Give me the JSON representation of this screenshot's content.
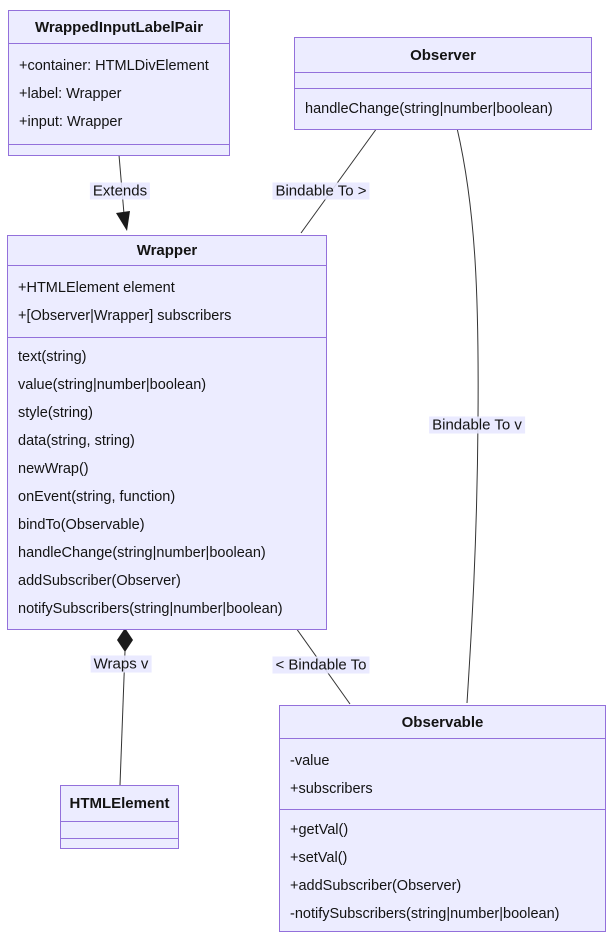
{
  "diagram": {
    "classes": [
      {
        "title": "WrappedInputLabelPair",
        "attributes": [
          "+container: HTMLDivElement",
          "+label: Wrapper",
          "+input: Wrapper"
        ],
        "methods": []
      },
      {
        "title": "Observer",
        "attributes": [],
        "methods": [
          "handleChange(string|number|boolean)"
        ]
      },
      {
        "title": "Wrapper",
        "attributes": [
          "+HTMLElement element",
          "+[Observer|Wrapper] subscribers"
        ],
        "methods": [
          "text(string)",
          "value(string|number|boolean)",
          "style(string)",
          "data(string, string)",
          "newWrap()",
          "onEvent(string, function)",
          "bindTo(Observable)",
          "handleChange(string|number|boolean)",
          "addSubscriber(Observer)",
          "notifySubscribers(string|number|boolean)"
        ]
      },
      {
        "title": "HTMLElement",
        "attributes": [],
        "methods": []
      },
      {
        "title": "Observable",
        "attributes": [
          "-value",
          "+subscribers"
        ],
        "methods": [
          "+getVal()",
          "+setVal()",
          "+addSubscriber(Observer)",
          "-notifySubscribers(string|number|boolean)"
        ]
      }
    ],
    "edges": [
      {
        "from": "WrappedInputLabelPair",
        "to": "Wrapper",
        "label": "Extends",
        "type": "arrow"
      },
      {
        "from": "Observer",
        "to": "Wrapper",
        "label": "Bindable To >",
        "type": "line"
      },
      {
        "from": "Wrapper",
        "to": "HTMLElement",
        "label": "Wraps v",
        "type": "composition"
      },
      {
        "from": "Wrapper",
        "to": "Observable",
        "label": "< Bindable To",
        "type": "line"
      },
      {
        "from": "Observer",
        "to": "Observable",
        "label": "Bindable To v",
        "type": "line"
      }
    ],
    "colors": {
      "box_fill": "#ECECFF",
      "box_border": "#9370DB",
      "edge_line": "#333333",
      "text": "#131313",
      "label_bg": "#E8E8FF"
    }
  }
}
